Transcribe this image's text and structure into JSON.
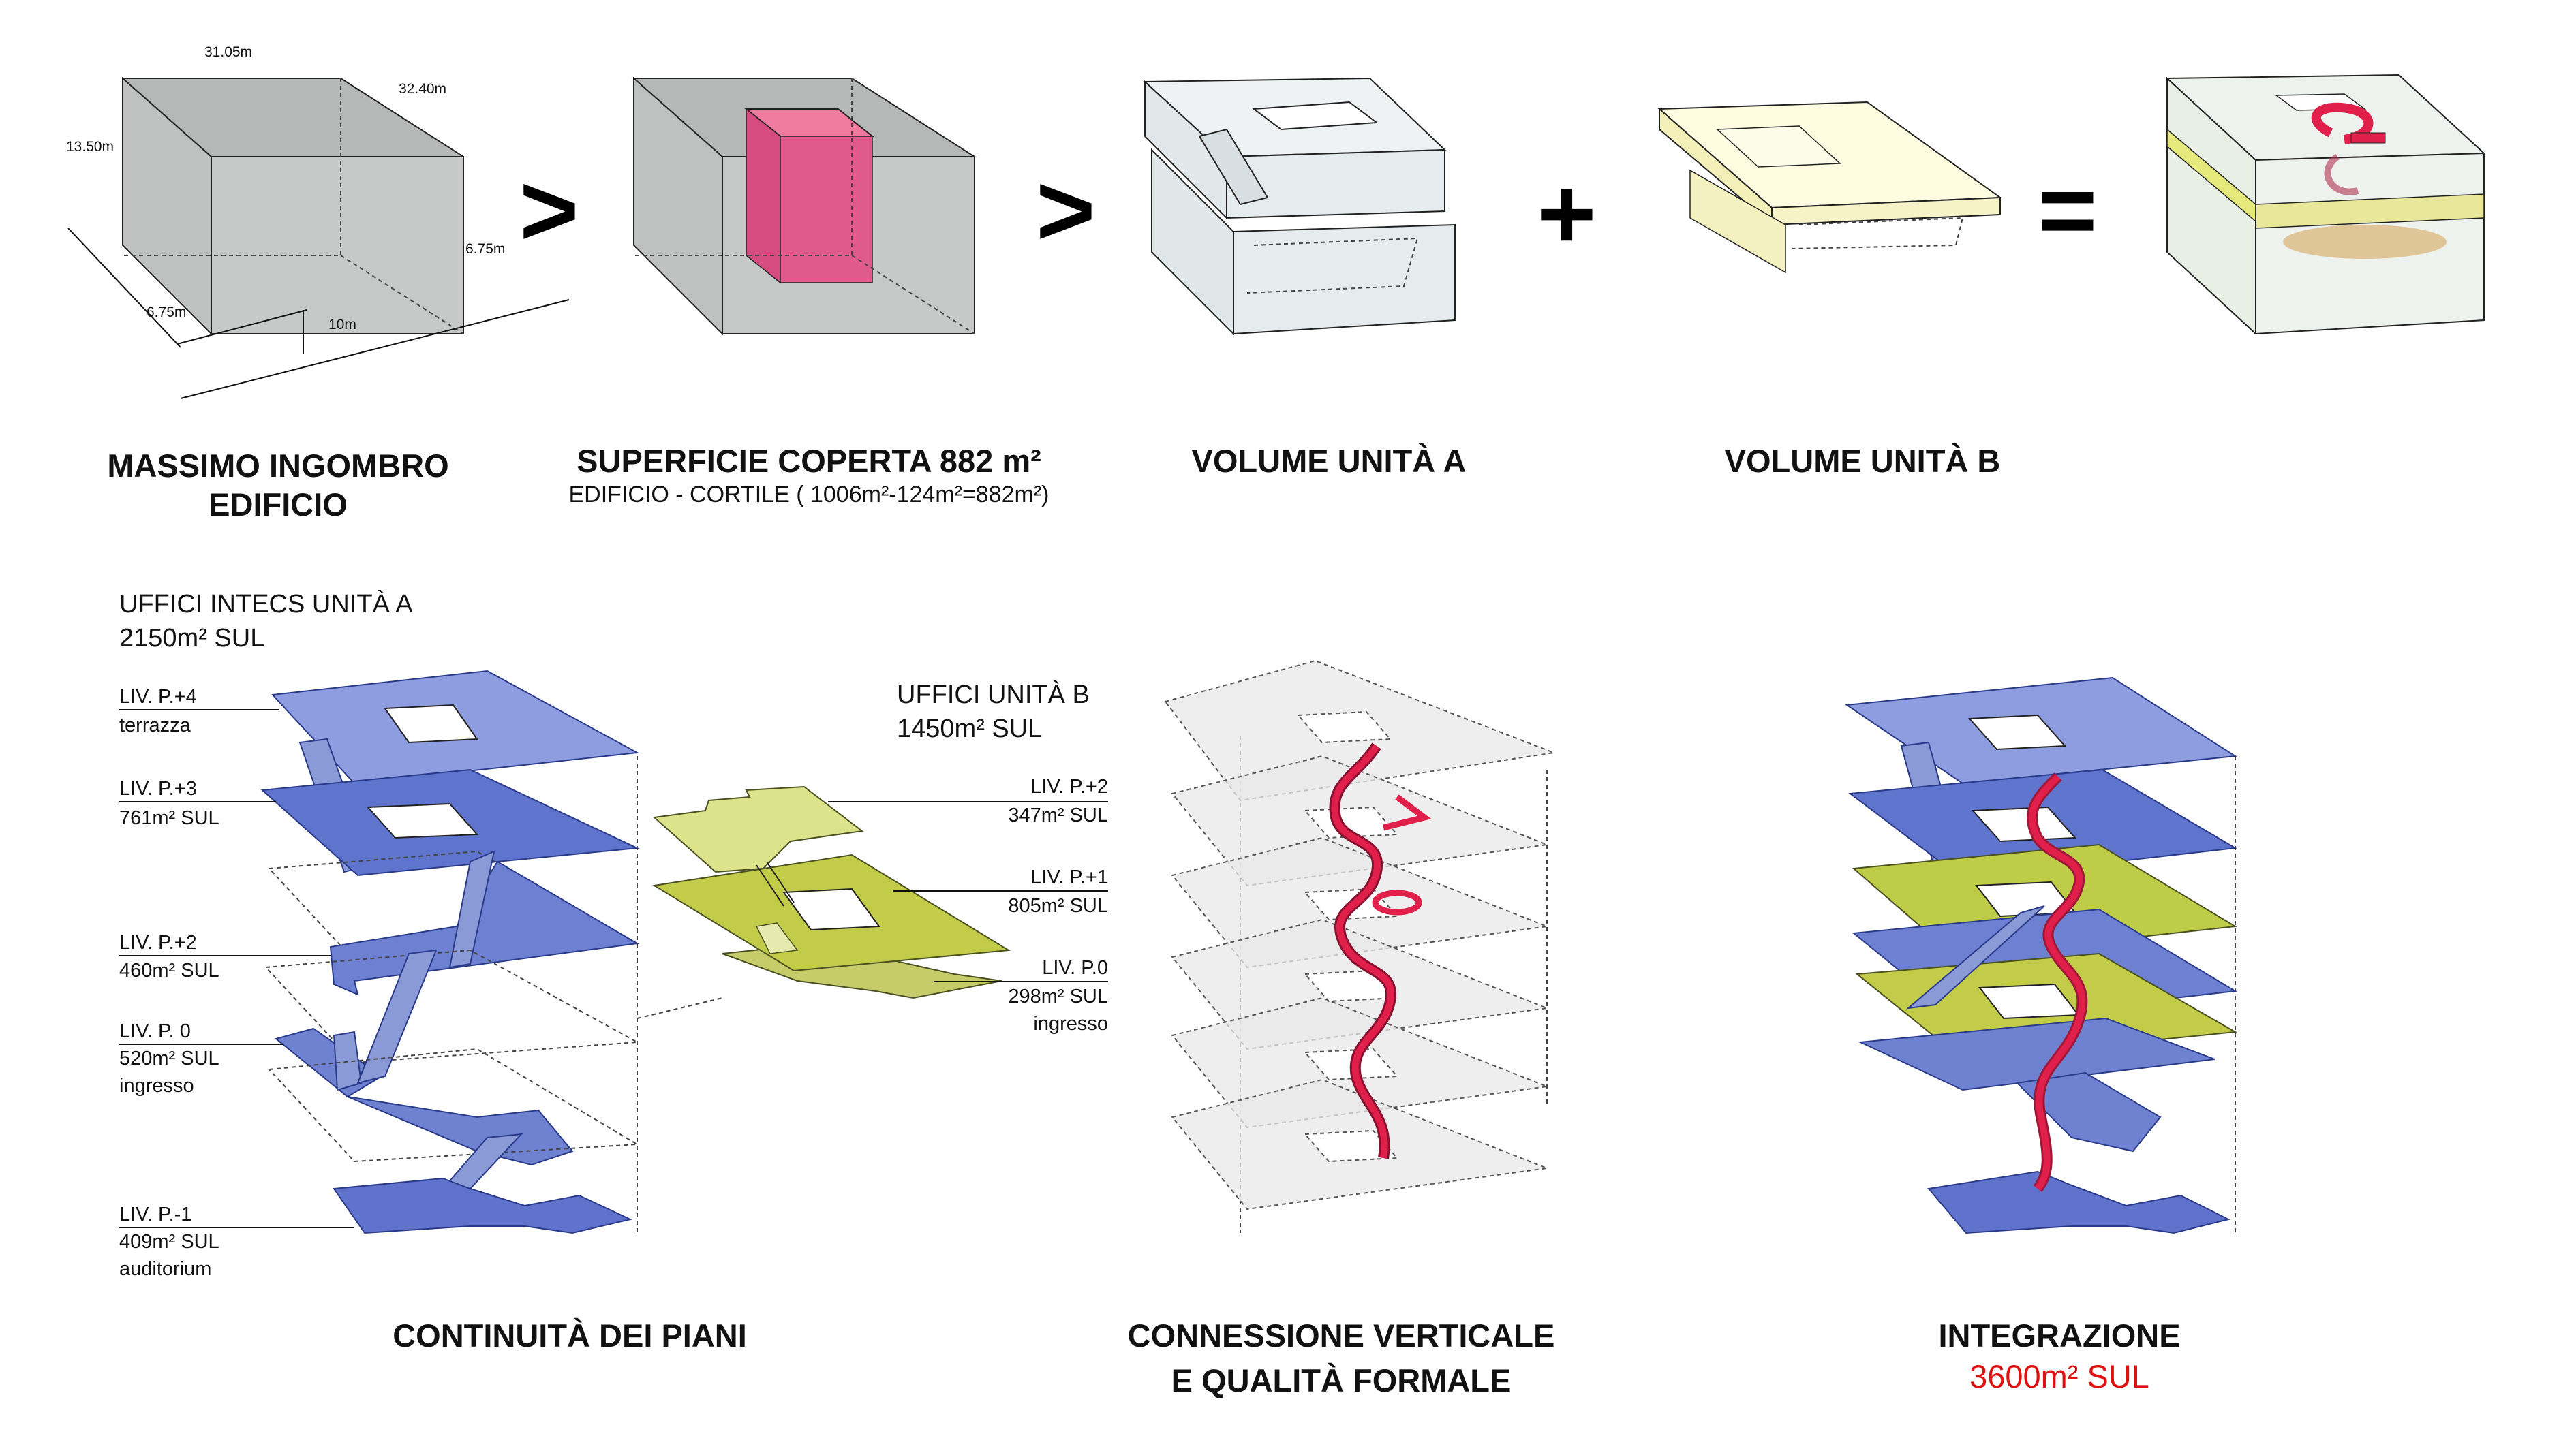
{
  "dimensions": {
    "width": "31.05m",
    "depth": "32.40m",
    "height": "13.50m",
    "offset_right": "6.75m",
    "offset_left": "6.75m",
    "gap": "10m"
  },
  "operators": {
    "minus1": ">",
    "minus2": ">",
    "plus": "+",
    "equals": "="
  },
  "captions_top": {
    "c1_line1": "MASSIMO INGOMBRO",
    "c1_line2": "EDIFICIO",
    "c2_title": "SUPERFICIE COPERTA 882 m²",
    "c2_sub": "EDIFICIO - CORTILE ( 1006m²-124m²=882m²)",
    "c3_title": "VOLUME UNITÀ A",
    "c4_title": "VOLUME UNITÀ B"
  },
  "unit_a": {
    "heading1": "UFFICI INTECS UNITÀ A",
    "heading2": "2150m² SUL",
    "levels": [
      {
        "name": "LIV. P.+4",
        "detail": "terrazza",
        "extra": ""
      },
      {
        "name": "LIV. P.+3",
        "detail": "761m² SUL",
        "extra": ""
      },
      {
        "name": "LIV. P.+2",
        "detail": "460m² SUL",
        "extra": ""
      },
      {
        "name": "LIV. P. 0",
        "detail": "520m² SUL",
        "extra": "ingresso"
      },
      {
        "name": "LIV. P.-1",
        "detail": "409m² SUL",
        "extra": "auditorium"
      }
    ]
  },
  "unit_b": {
    "heading1": "UFFICI  UNITÀ B",
    "heading2": "1450m² SUL",
    "levels": [
      {
        "name": "LIV. P.+2",
        "detail": "347m² SUL",
        "extra": ""
      },
      {
        "name": "LIV. P.+1",
        "detail": "805m² SUL",
        "extra": ""
      },
      {
        "name": "LIV. P.0",
        "detail": "298m² SUL",
        "extra": "ingresso"
      }
    ]
  },
  "captions_bottom": {
    "b1": "CONTINUITÀ DEI PIANI",
    "b2_line1": "CONNESSIONE VERTICALE",
    "b2_line2": "E QUALITÀ FORMALE",
    "b3_title": "INTEGRAZIONE",
    "b3_value": "3600m² SUL"
  },
  "colors": {
    "blue_slab": "#6f82d2",
    "yellow_slab": "#cbd45e",
    "gray_slab": "#dcdcdc",
    "red_stair": "#e0204a",
    "box_gray": "#c4c6c6",
    "accent_red": "#e01010"
  }
}
